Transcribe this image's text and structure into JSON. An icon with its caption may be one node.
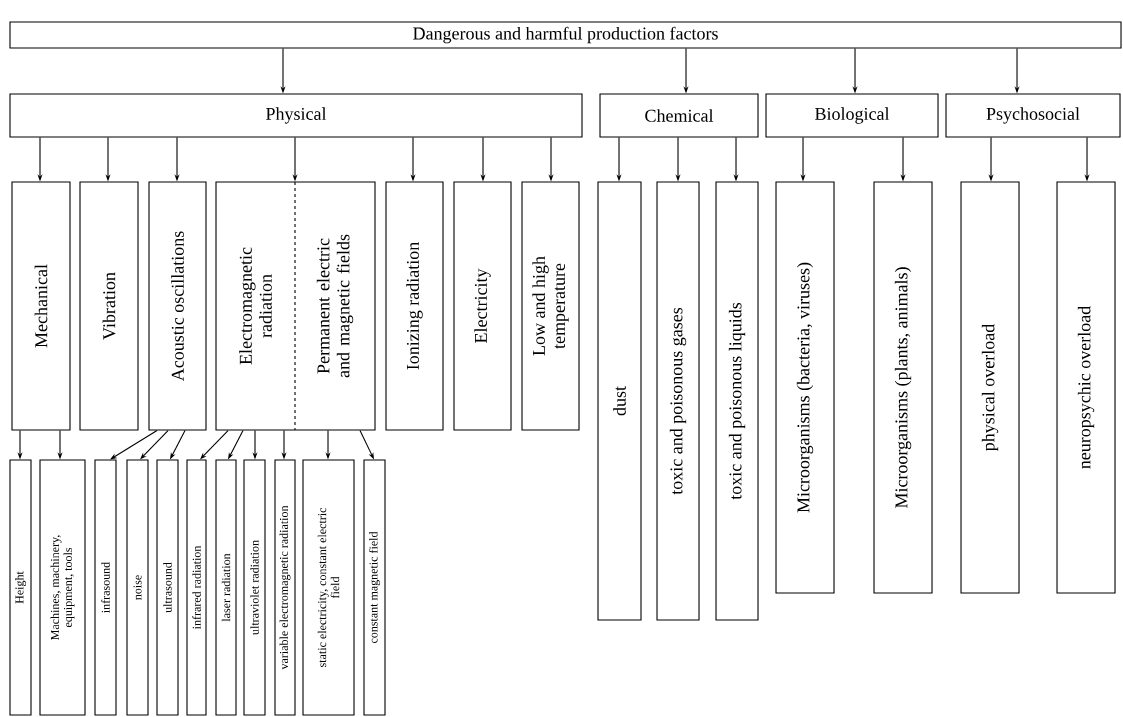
{
  "diagram": {
    "nodes": [
      {
        "text": [
          "Dangerous and harmful production factors"
        ]
      },
      {
        "text": [
          "Physical"
        ]
      },
      {
        "text": [
          "Chemical"
        ]
      },
      {
        "text": [
          "Biological"
        ]
      },
      {
        "text": [
          "Psychosocial"
        ]
      },
      {
        "text": [
          "Mechanical"
        ]
      },
      {
        "text": [
          "Vibration"
        ]
      },
      {
        "text": [
          "Acoustic oscillations"
        ]
      },
      {
        "text": [
          "Electromagnetic radiation",
          "Permanent electric and magnetic fields"
        ]
      },
      {
        "text": [
          "Ionizing radiation"
        ]
      },
      {
        "text": [
          "Electricity"
        ]
      },
      {
        "text": [
          "Low and high temperature"
        ]
      },
      {
        "text": [
          "dust"
        ]
      },
      {
        "text": [
          "toxic and poisonous gases"
        ]
      },
      {
        "text": [
          "toxic and poisonous liquids"
        ]
      },
      {
        "text": [
          "Microorganisms (bacteria, viruses)"
        ]
      },
      {
        "text": [
          "Microorganisms (plants, animals)"
        ]
      },
      {
        "text": [
          "physical overload"
        ]
      },
      {
        "text": [
          "neuropsychic overload"
        ]
      },
      {
        "text": [
          "Height"
        ]
      },
      {
        "text": [
          "Machines, machinery, equipment, tools"
        ]
      },
      {
        "text": [
          "infrasound"
        ]
      },
      {
        "text": [
          "noise"
        ]
      },
      {
        "text": [
          "ultrasound"
        ]
      },
      {
        "text": [
          "infrared radiation"
        ]
      },
      {
        "text": [
          "laser radiation"
        ]
      },
      {
        "text": [
          "ultraviolet radiation"
        ]
      },
      {
        "text": [
          "variable electromagnetic radiation"
        ]
      },
      {
        "text": [
          "static electricity, constant electric field"
        ]
      },
      {
        "text": [
          "constant magnetic field"
        ]
      }
    ],
    "edges": [
      {
        "from": 0,
        "to": 1,
        "arrow": "to"
      },
      {
        "from": 0,
        "to": 2,
        "arrow": "to"
      },
      {
        "from": 0,
        "to": 3,
        "arrow": "to"
      },
      {
        "from": 0,
        "to": 4,
        "arrow": "to"
      },
      {
        "from": 1,
        "to": 5,
        "arrow": "to"
      },
      {
        "from": 1,
        "to": 6,
        "arrow": "to"
      },
      {
        "from": 1,
        "to": 7,
        "arrow": "to"
      },
      {
        "from": 1,
        "to": 8,
        "arrow": "to"
      },
      {
        "from": 1,
        "to": 9,
        "arrow": "to"
      },
      {
        "from": 1,
        "to": 10,
        "arrow": "to"
      },
      {
        "from": 1,
        "to": 11,
        "arrow": "to"
      },
      {
        "from": 2,
        "to": 12,
        "arrow": "to"
      },
      {
        "from": 2,
        "to": 13,
        "arrow": "to"
      },
      {
        "from": 2,
        "to": 14,
        "arrow": "to"
      },
      {
        "from": 3,
        "to": 15,
        "arrow": "to"
      },
      {
        "from": 3,
        "to": 16,
        "arrow": "to"
      },
      {
        "from": 4,
        "to": 17,
        "arrow": "to"
      },
      {
        "from": 4,
        "to": 18,
        "arrow": "to"
      },
      {
        "from": 5,
        "to": 19,
        "arrow": "to"
      },
      {
        "from": 5,
        "to": 20,
        "arrow": "to"
      },
      {
        "from": 7,
        "to": 21,
        "arrow": "to"
      },
      {
        "from": 7,
        "to": 22,
        "arrow": "to"
      },
      {
        "from": 7,
        "to": 23,
        "arrow": "to"
      },
      {
        "from": 8,
        "to": 24,
        "arrow": "to"
      },
      {
        "from": 8,
        "to": 25,
        "arrow": "to"
      },
      {
        "from": 8,
        "to": 26,
        "arrow": "to"
      },
      {
        "from": 8,
        "to": 27,
        "arrow": "to"
      },
      {
        "from": 8,
        "to": 28,
        "arrow": "to"
      },
      {
        "from": 8,
        "to": 29,
        "arrow": "to"
      }
    ]
  }
}
